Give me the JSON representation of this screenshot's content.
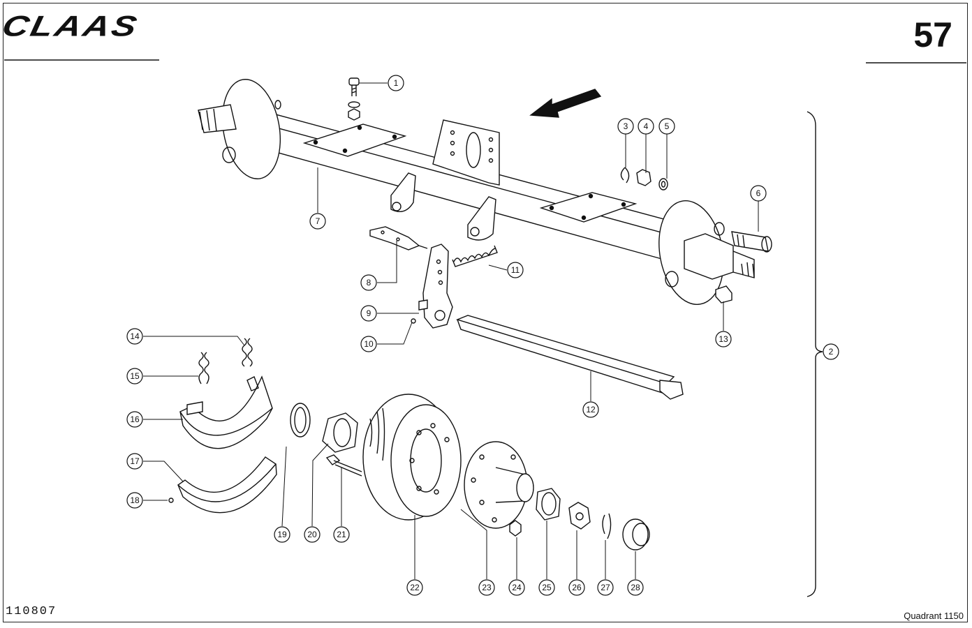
{
  "header": {
    "brand": "CLAAS",
    "page_number": "57"
  },
  "footer": {
    "drawing_id": "110807",
    "model": "Quadrant 1150"
  },
  "callouts": [
    "1",
    "2",
    "3",
    "4",
    "5",
    "6",
    "7",
    "8",
    "9",
    "10",
    "11",
    "12",
    "13",
    "14",
    "15",
    "16",
    "17",
    "18",
    "19",
    "20",
    "21",
    "22",
    "23",
    "24",
    "25",
    "26",
    "27",
    "28"
  ]
}
